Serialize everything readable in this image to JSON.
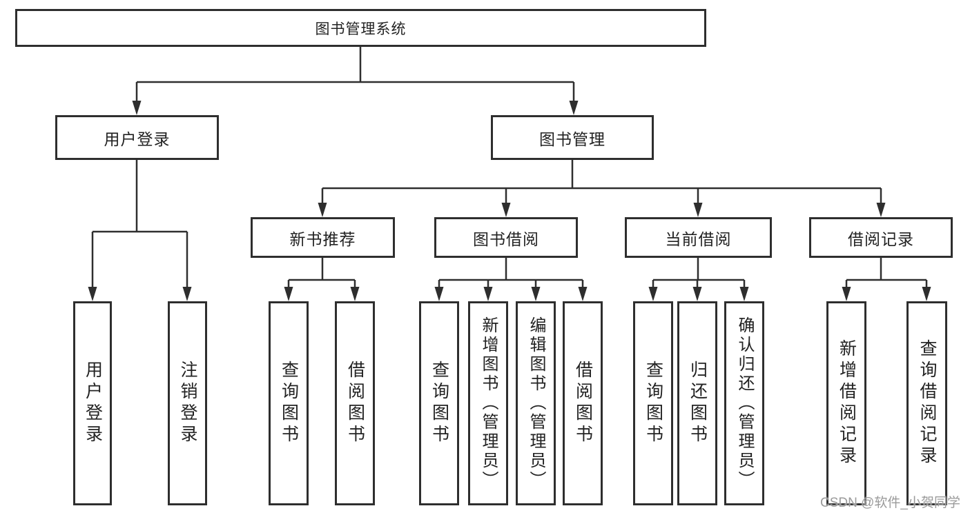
{
  "watermark": "CSDN @软件_小贺同学",
  "colors": {
    "line": "#2e2e2e",
    "box_border": "#2e2e2e",
    "text": "#222222",
    "watermark": "#9a9a9a",
    "background": "#ffffff"
  },
  "chart_data": {
    "type": "tree-diagram",
    "title": "图书管理系统"
  },
  "tree": {
    "root": "图书管理系统",
    "children": [
      {
        "label": "用户登录",
        "children": [
          "用户登录",
          "注销登录"
        ]
      },
      {
        "label": "图书管理",
        "children": [
          {
            "label": "新书推荐",
            "children": [
              "查询图书",
              "借阅图书"
            ]
          },
          {
            "label": "图书借阅",
            "children": [
              "查询图书",
              "新增图书（管理员）",
              "编辑图书（管理员）",
              "借阅图书"
            ]
          },
          {
            "label": "当前借阅",
            "children": [
              "查询图书",
              "归还图书",
              "确认归还（管理员）"
            ]
          },
          {
            "label": "借阅记录",
            "children": [
              "新增借阅记录",
              "查询借阅记录"
            ]
          }
        ]
      }
    ]
  }
}
